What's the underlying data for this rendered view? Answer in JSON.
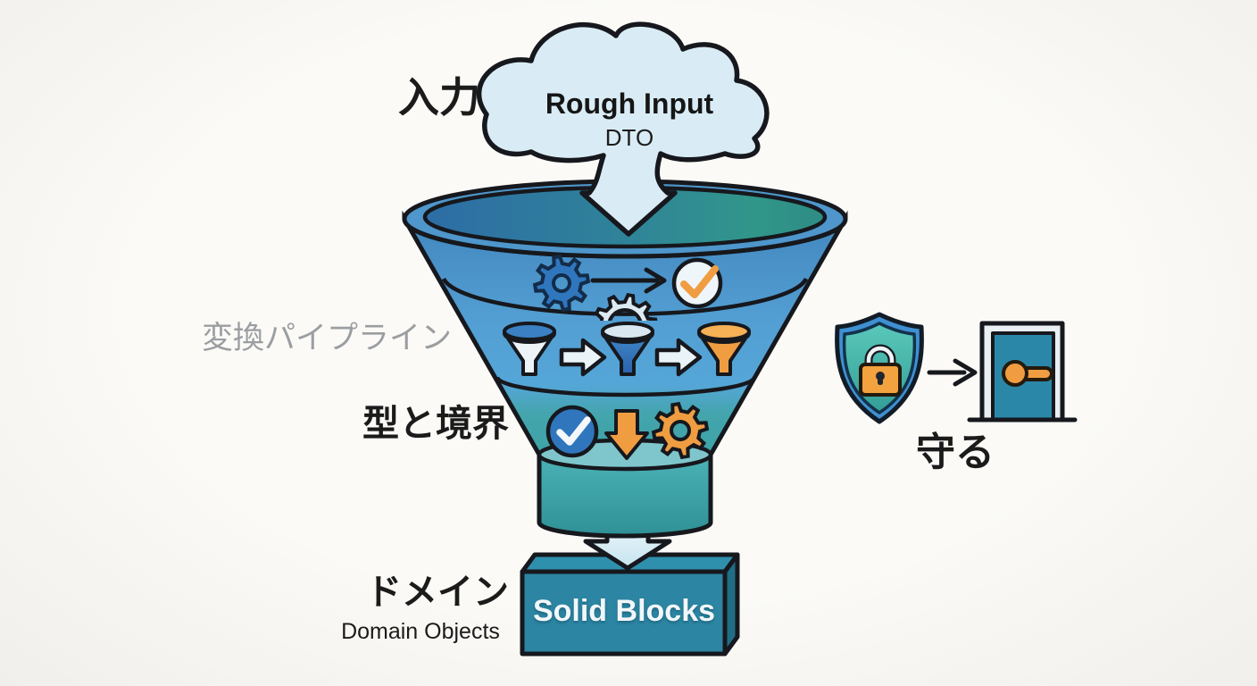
{
  "labels": {
    "input_jp": "入力",
    "cloud_title": "Rough Input",
    "cloud_subtitle": "DTO",
    "pipeline_jp": "変換パイプライン",
    "types_boundaries_jp": "型と境界",
    "domain_jp": "ドメイン",
    "domain_en": "Domain Objects",
    "block_label": "Solid Blocks",
    "protect_jp": "守る"
  },
  "colors": {
    "background": "#f8f7f4",
    "outline": "#16181d",
    "cloud_fill": "#d9ecf5",
    "funnel_rim_blue": "#4e96cb",
    "funnel_interior_blue": "#2d6da6",
    "funnel_interior_teal": "#31968a",
    "funnel_body_teal": "#3aa2a4",
    "cylinder_teal": "#3fa9ae",
    "block_front": "#2c86a3",
    "block_side": "#1f6e86",
    "block_top": "#2f90ad",
    "accent_orange": "#f09d42",
    "icon_blue": "#2f76bd",
    "light_icon": "#eaf3f8",
    "shield_blue": "#3f90d2",
    "shield_teal": "#4cc0b2",
    "door_teal": "#2b87a8",
    "gray_label": "#9b9ea1",
    "text_dark": "#1b1b1b"
  },
  "icons": {
    "input-cloud": "☁",
    "cloud-down-arrow": "⬇",
    "gear": "⚙",
    "check-circle": "✓",
    "right-arrow": "→",
    "half-gear": "⚙",
    "mini-funnel": "▽",
    "down-arrow": "↓",
    "shield-lock": "🔒",
    "door": "🚪"
  }
}
